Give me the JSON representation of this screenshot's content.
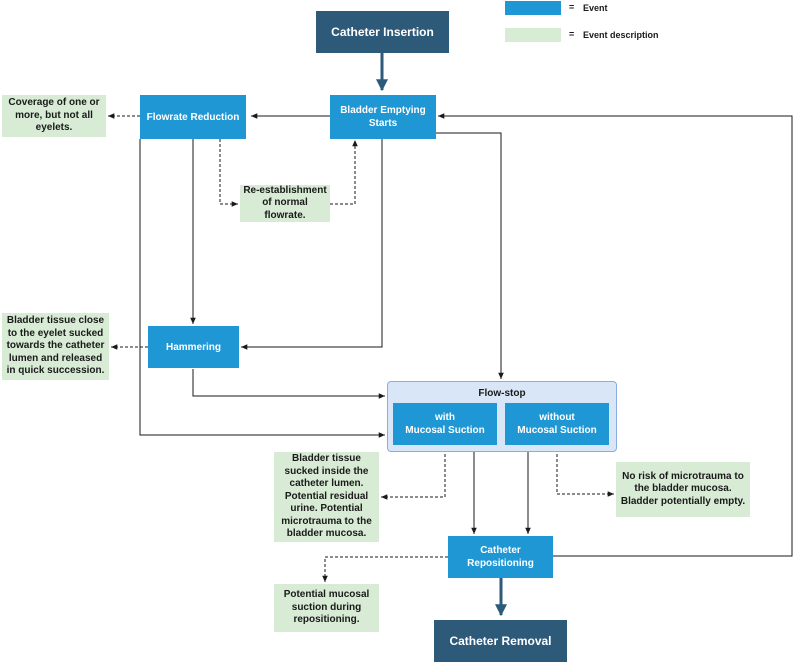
{
  "colors": {
    "terminal": "#2e5a7a",
    "event": "#1e97d4",
    "description": "#d7ebd5",
    "group_fill": "#d9e6f8",
    "group_border": "#88aee0"
  },
  "legend": {
    "event": {
      "symbol": "=",
      "label": "Event"
    },
    "description": {
      "symbol": "=",
      "label": "Event description"
    }
  },
  "nodes": {
    "insertion": "Catheter Insertion",
    "bladder_emptying": "Bladder Emptying\nStarts",
    "flowrate_reduction": "Flowrate Reduction",
    "hammering": "Hammering",
    "flow_stop": "Flow-stop",
    "with_suction": "with\nMucosal Suction",
    "without_suction": "without\nMucosal Suction",
    "repositioning": "Catheter\nRepositioning",
    "removal": "Catheter Removal"
  },
  "descriptions": {
    "coverage": "Coverage of one or\nmore, but not all\neyelets.",
    "reestablishment": "Re-establishment\nof normal\nflowrate.",
    "hammering_desc": "Bladder tissue close\nto the eyelet sucked\ntowards the catheter\nlumen and released\nin quick succession.",
    "with_suction_desc": "Bladder tissue\nsucked inside the\ncatheter lumen.\nPotential residual\nurine. Potential\nmicrotrauma to the\nbladder mucosa.",
    "without_suction_desc": "No risk of microtrauma to\nthe bladder mucosa.\nBladder potentially empty.",
    "repositioning_desc": "Potential mucosal\nsuction during\nrepositioning."
  }
}
